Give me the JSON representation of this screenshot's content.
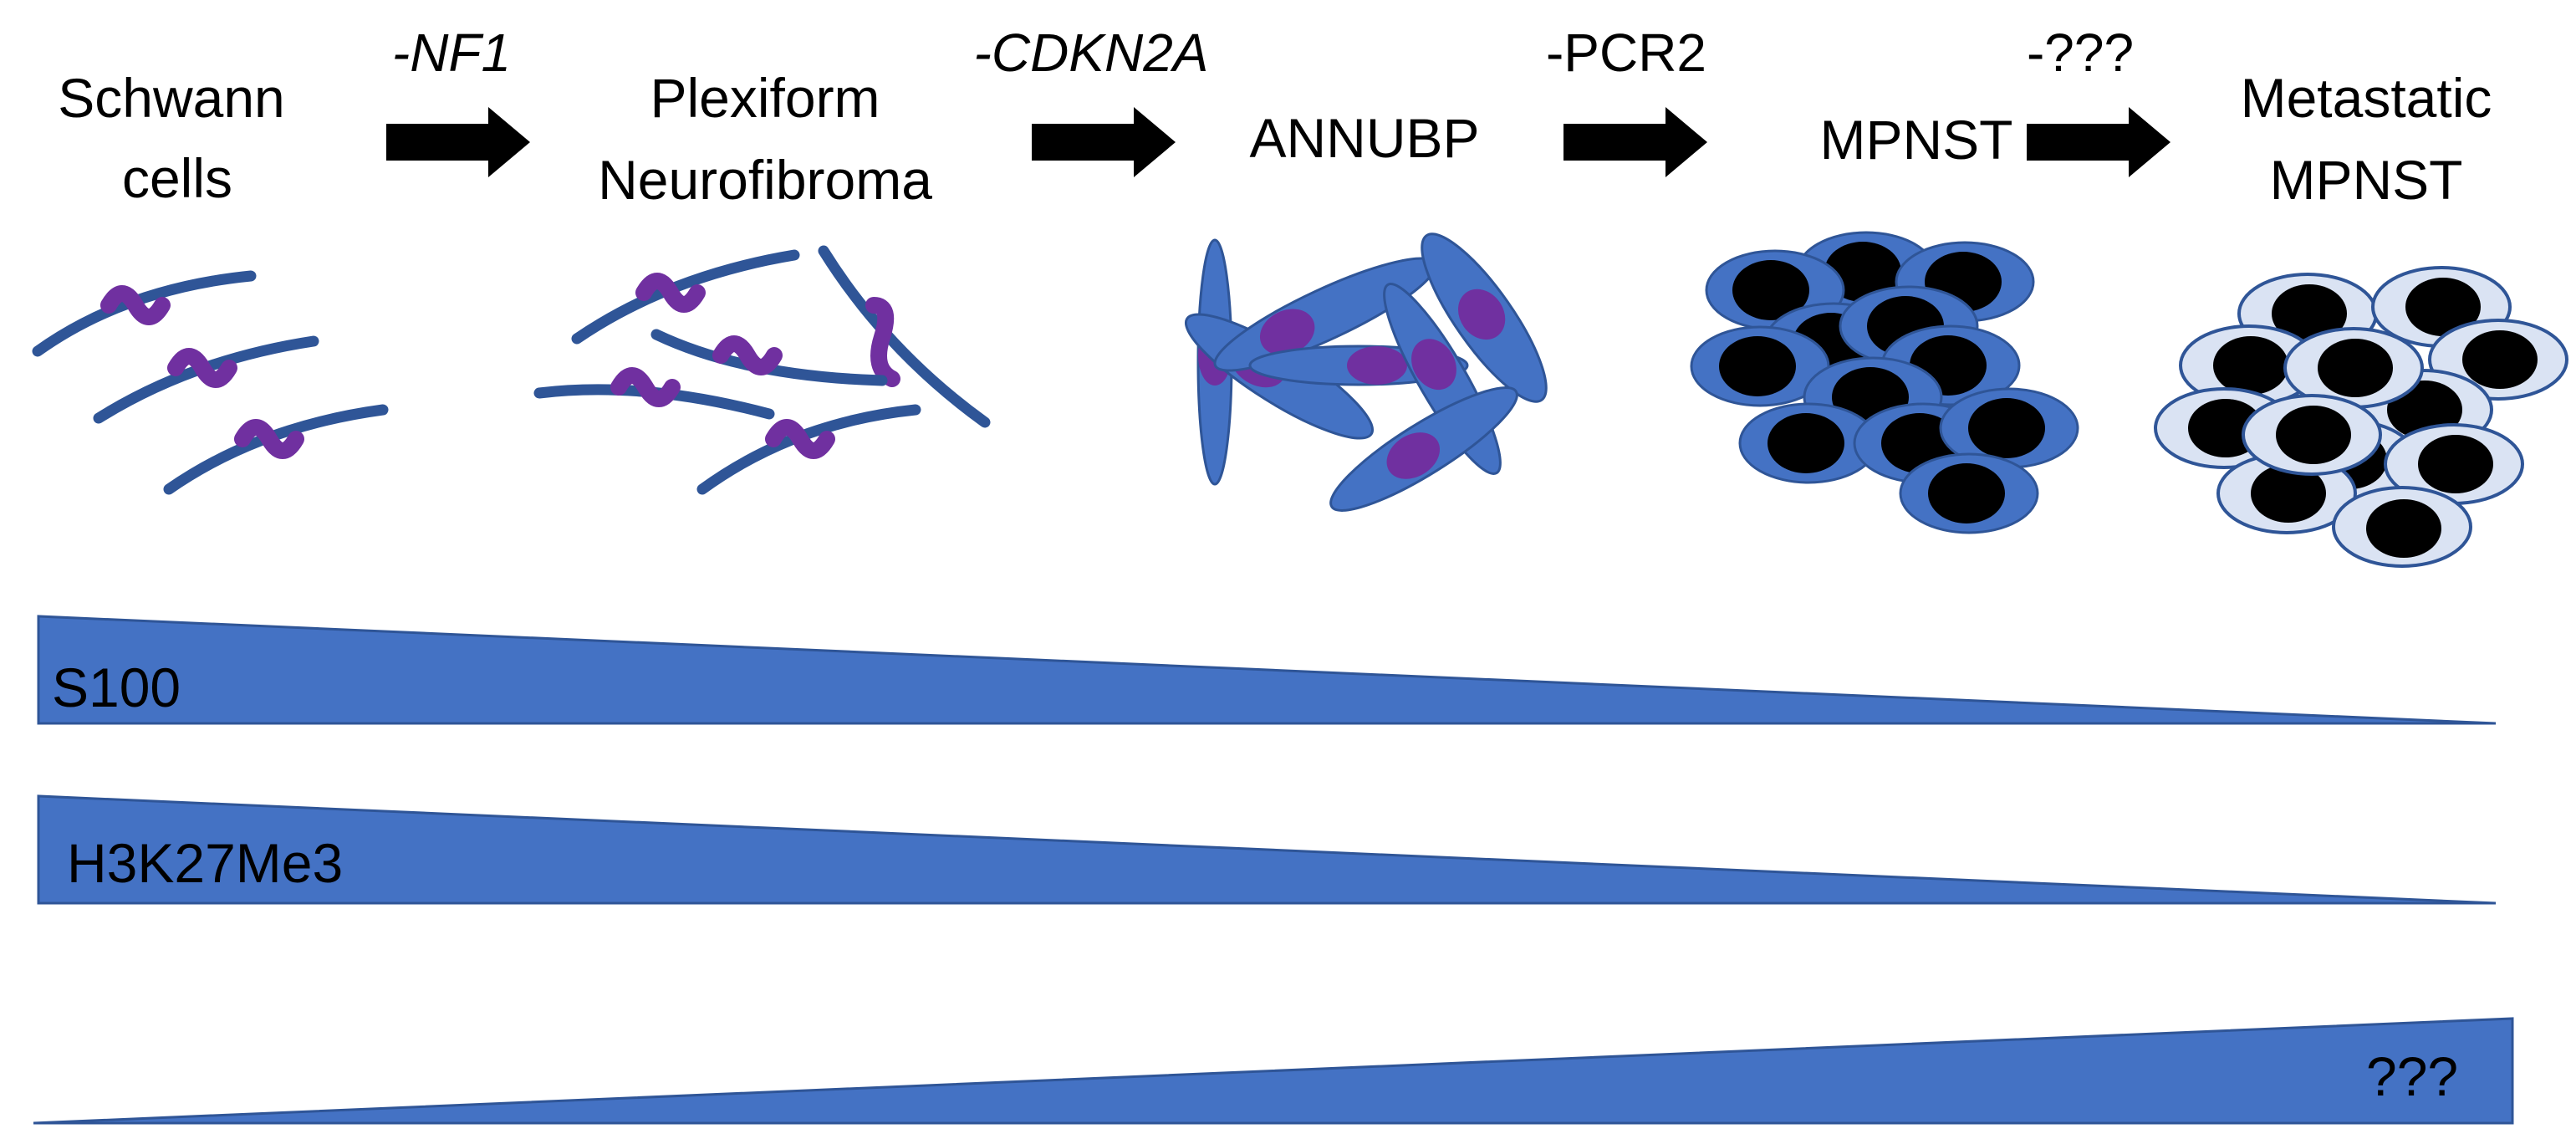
{
  "stages": [
    {
      "line1": "Schwann",
      "line2": "cells"
    },
    {
      "line1": "Plexiform",
      "line2": "Neurofibroma"
    },
    {
      "line1": "ANNUBP",
      "line2": ""
    },
    {
      "line1": "MPNST",
      "line2": ""
    },
    {
      "line1": "Metastatic",
      "line2": "MPNST"
    }
  ],
  "transitions": [
    {
      "label": "-NF1",
      "italic": true
    },
    {
      "label": "-CDKN2A",
      "italic": true
    },
    {
      "label": "-PCR2",
      "italic": false
    },
    {
      "label": "-???",
      "italic": false
    }
  ],
  "markers": [
    {
      "label": "S100",
      "trend": "decreasing"
    },
    {
      "label": "H3K27Me3",
      "trend": "decreasing"
    },
    {
      "label": "???",
      "trend": "increasing"
    }
  ],
  "colors": {
    "wedge_fill": "#4472C4",
    "wedge_stroke": "#2F5597",
    "fiber": "#2F5597",
    "nucleus_purple": "#7030A0",
    "tumor_cell": "#4472C4",
    "metastatic_cell": "#DAE3F3",
    "nucleus_black": "#000000",
    "arrow": "#000000"
  }
}
